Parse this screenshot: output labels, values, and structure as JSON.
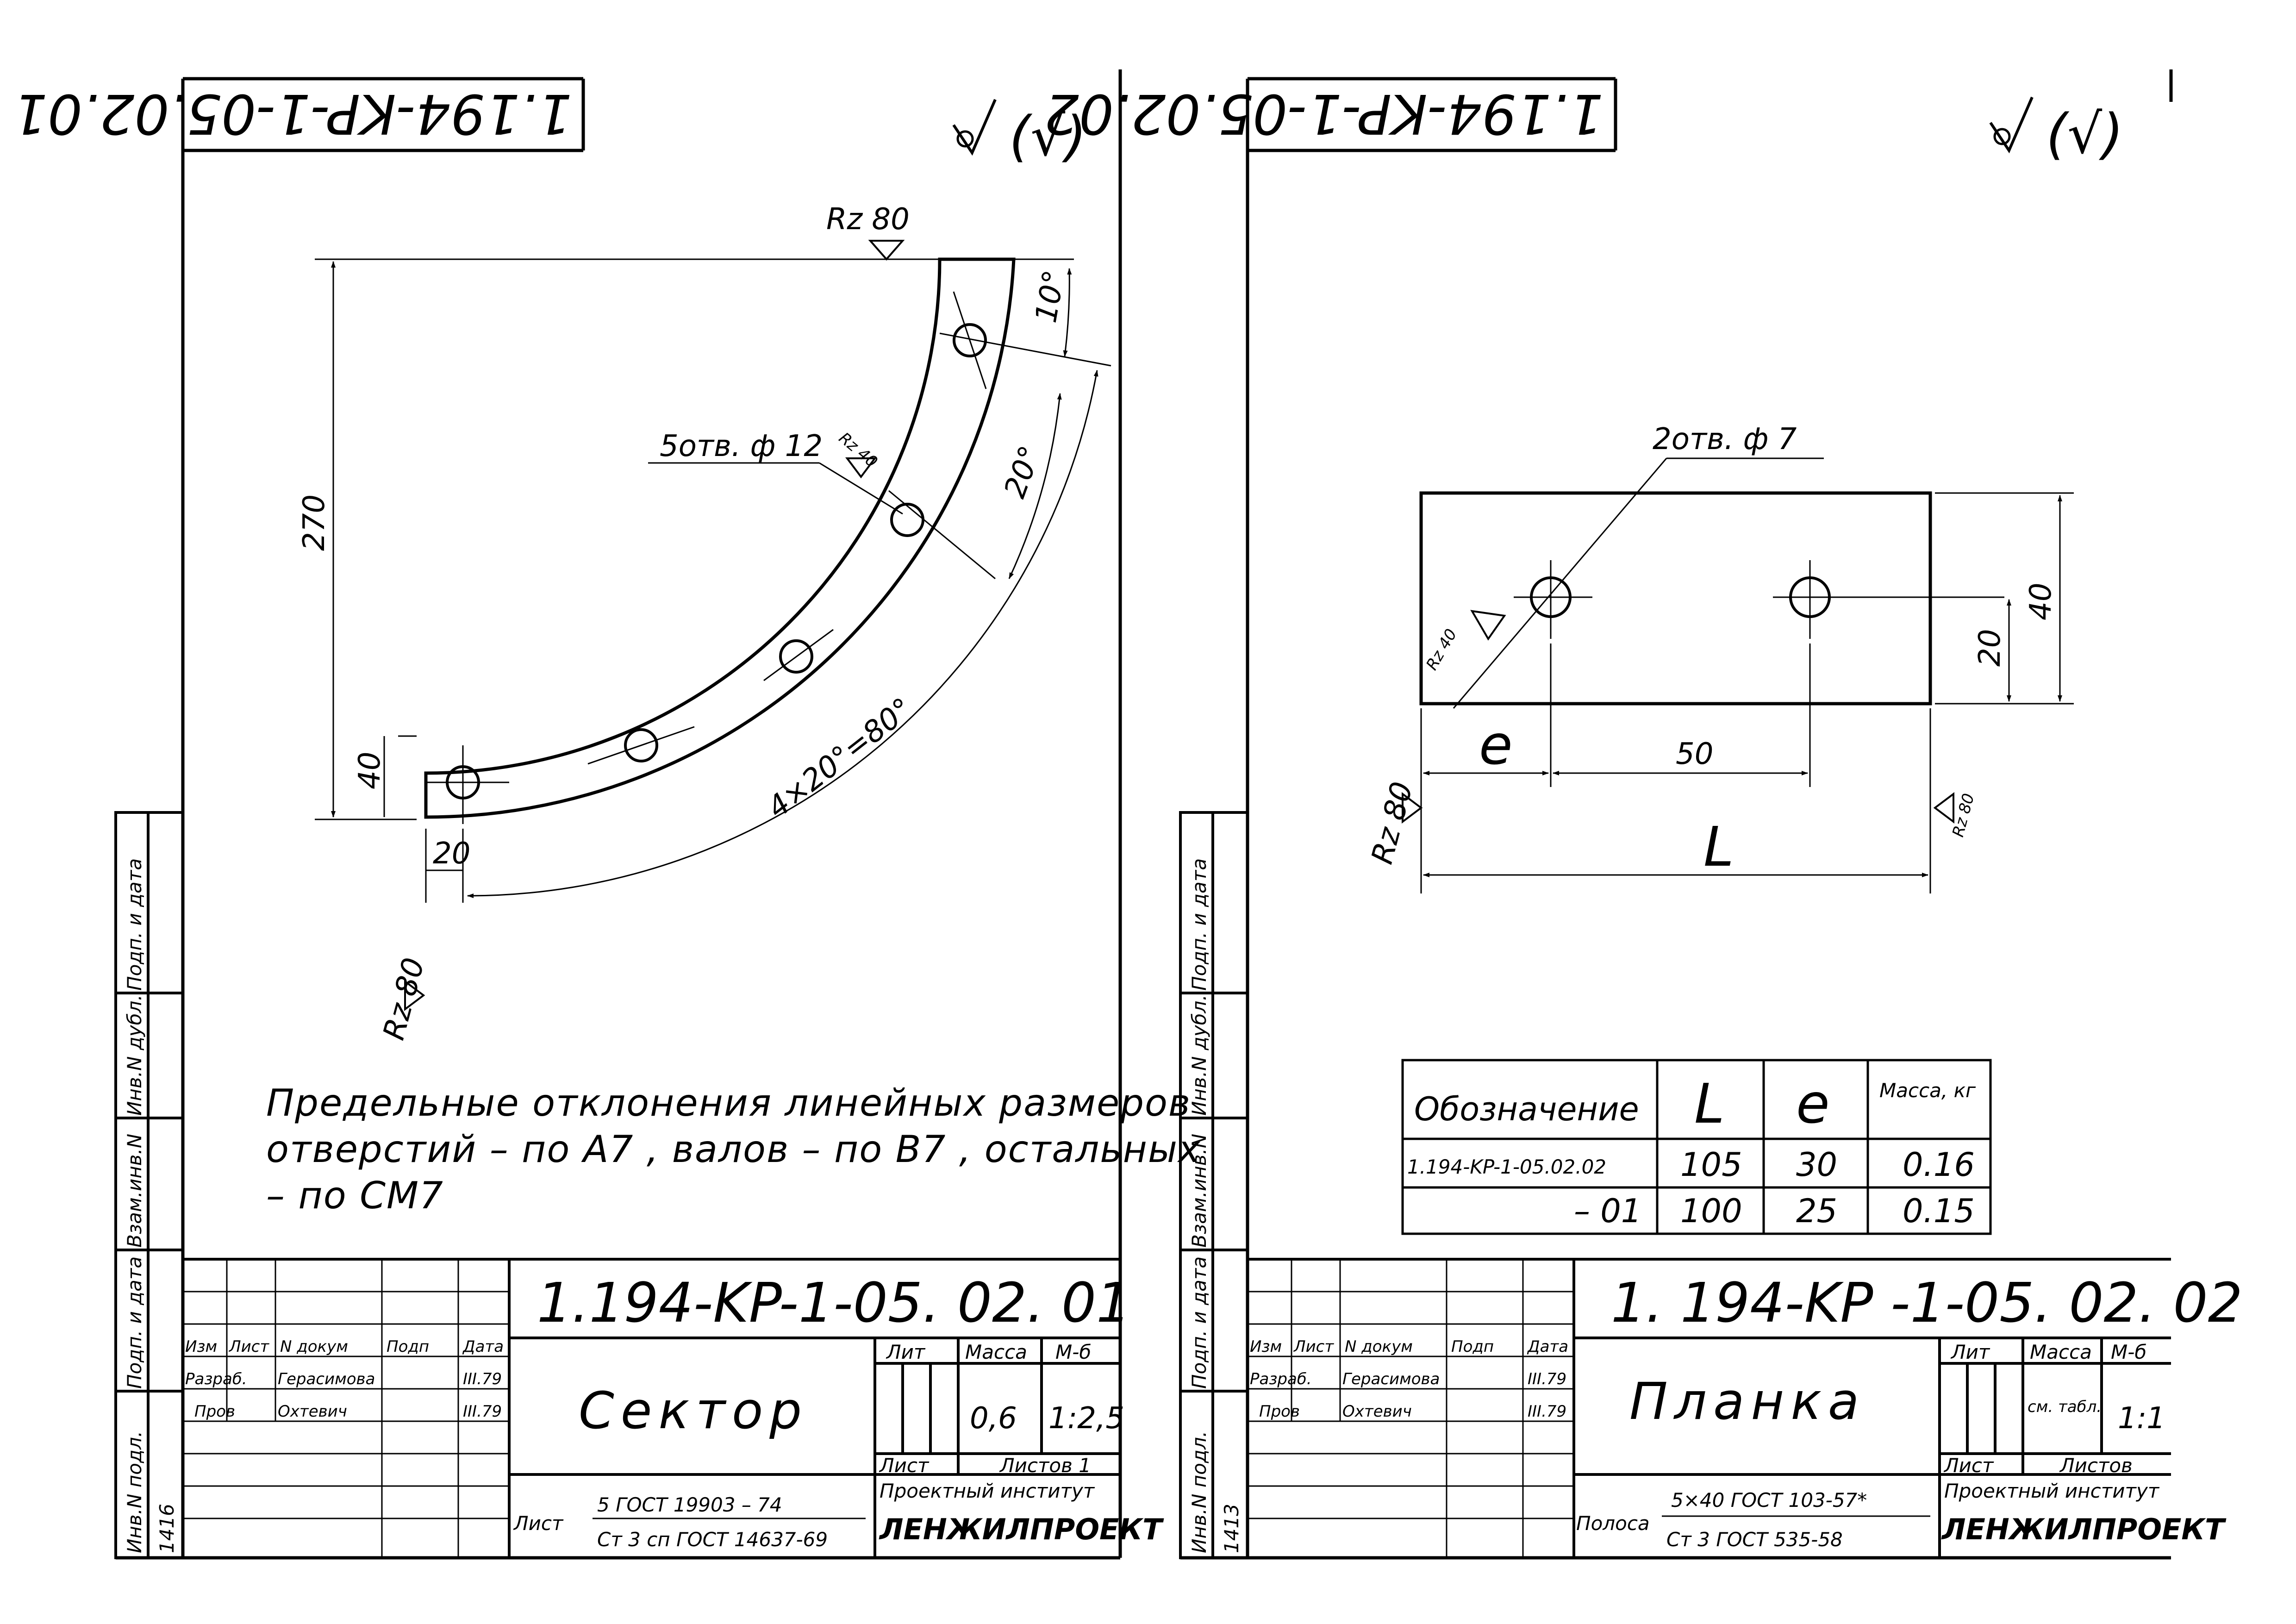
{
  "left_sheet": {
    "corner_code": "1.194-KP-1-05.02.01",
    "finish_mark": "(√)",
    "roughness_top": "Rz 80",
    "roughness_hole": "Rz 40",
    "roughness_left": "Rz 80",
    "holes_note": "5отв. ф 12",
    "dim_270": "270",
    "dim_40": "40",
    "dim_20": "20",
    "angle_10": "10°",
    "angle_20": "20°",
    "angle_total": "4×20°=80°",
    "note_lines": [
      "Предельные отклонения линейных размеров",
      "отверстий – по A7 , валов – по B7 , остальных",
      "– по CM7"
    ],
    "title_block": {
      "code": "1.194-KP-1-05. 02. 01",
      "name": "Сектор",
      "mass": "0,6",
      "scale": "1:2,5",
      "head_lit": "Лит",
      "head_mass": "Масса",
      "head_scale": "М-б",
      "sheet_label": "Лист",
      "sheets_label": "Листов 1",
      "institute": "Проектный институт",
      "stamp": "ЛЕНЖИЛПРОЕКТ",
      "material_prefix": "Лист",
      "material_top": "5 ГОСТ 19903 – 74",
      "material_bottom": "Ст 3 сп ГОСТ 14637-69",
      "col_izm": "Изм",
      "col_list": "Лист",
      "col_doc": "N докум",
      "col_sign": "Подп",
      "col_date": "Дата",
      "row1_role": "Разраб.",
      "row1_name": "Герасимова",
      "row1_date": "III.79",
      "row2_role": "Пров",
      "row2_name": "Охтевич",
      "row2_date": "III.79",
      "side_handwritten": "1416"
    },
    "side_stamp": [
      "Инв.N подл.",
      "Подп. и дата",
      "Взам.инв.N",
      "Инв.N дубл.",
      "Подп. и дата"
    ]
  },
  "right_sheet": {
    "corner_code": "1.194-KP-1-05.02.02",
    "finish_mark": "(√)",
    "holes_note": "2отв. ф 7",
    "roughness_hole": "Rz 40",
    "roughness_left": "Rz 80",
    "roughness_right": "Rz 80",
    "dim_40": "40",
    "dim_20": "20",
    "dim_e": "e",
    "dim_50": "50",
    "dim_L": "L",
    "table": {
      "headers": [
        "Обозначение",
        "L",
        "e",
        "Масса, кг"
      ],
      "rows": [
        [
          "1.194-KP-1-05.02.02",
          "105",
          "30",
          "0.16"
        ],
        [
          "– 01",
          "100",
          "25",
          "0.15"
        ]
      ]
    },
    "title_block": {
      "code": "1. 194-KP -1-05. 02. 02",
      "name": "Планка",
      "mass": "см. табл.",
      "scale": "1:1",
      "head_lit": "Лит",
      "head_mass": "Масса",
      "head_scale": "М-б",
      "sheet_label": "Лист",
      "sheets_label": "Листов",
      "institute": "Проектный институт",
      "stamp": "ЛЕНЖИЛПРОЕКТ",
      "material_prefix": "Полоса",
      "material_top": "5×40 ГОСТ 103-57*",
      "material_bottom": "Ст 3 ГОСТ 535-58",
      "col_izm": "Изм",
      "col_list": "Лист",
      "col_doc": "N докум",
      "col_sign": "Подп",
      "col_date": "Дата",
      "row1_role": "Разраб.",
      "row1_name": "Герасимова",
      "row1_date": "III.79",
      "row2_role": "Пров",
      "row2_name": "Охтевич",
      "row2_date": "III.79",
      "side_handwritten": "1413"
    },
    "side_stamp": [
      "Инв.N подл.",
      "Подп. и дата",
      "Взам.инв.N",
      "Инв.N дубл.",
      "Подп. и дата"
    ]
  }
}
